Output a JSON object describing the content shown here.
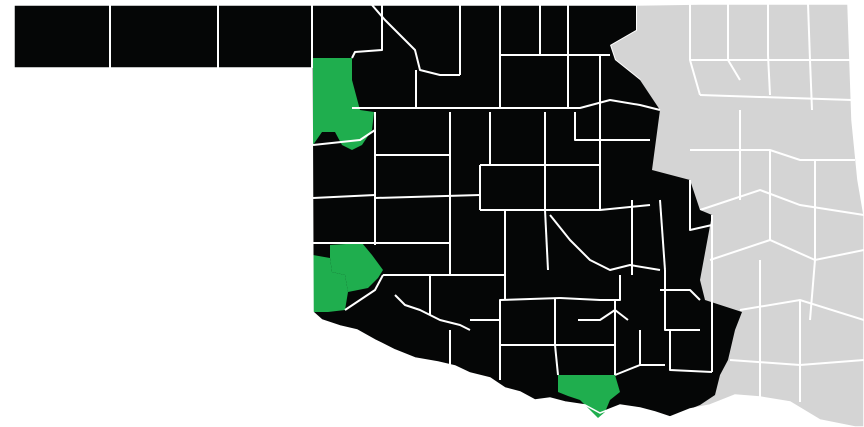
{
  "map": {
    "region": "Oklahoma",
    "unit": "county",
    "colors": {
      "background": "#ffffff",
      "highlighted": "#1fae4e",
      "included": "#050606",
      "excluded": "#d4d4d4",
      "border": "#ffffff"
    },
    "category_counts": {
      "highlighted": 4,
      "included": 57,
      "excluded": 16
    }
  }
}
